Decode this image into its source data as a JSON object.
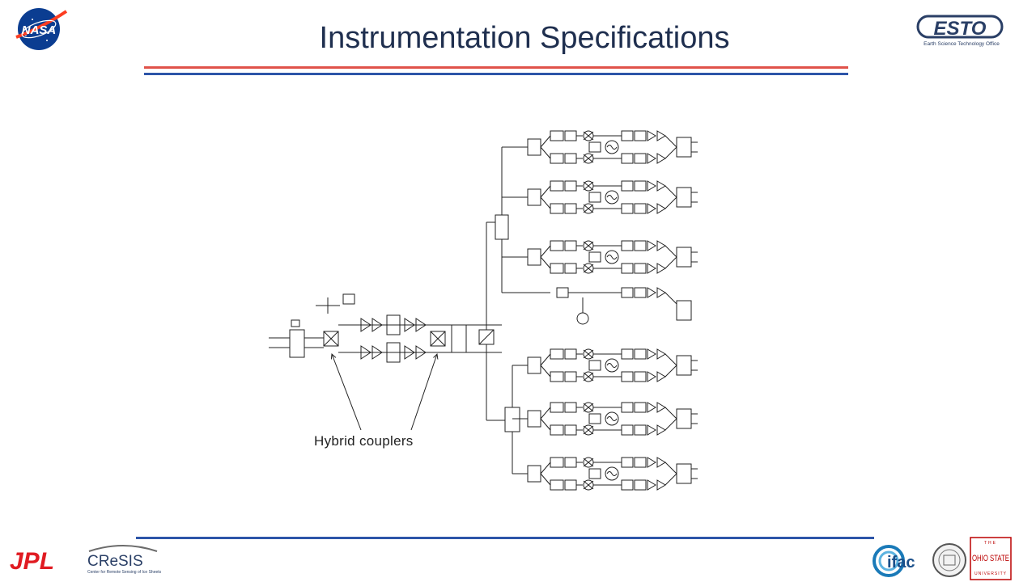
{
  "slide": {
    "title": "Instrumentation Specifications",
    "caption": "Hybrid couplers"
  },
  "logos": {
    "nasa": "NASA",
    "esto": "ESTO",
    "esto_sub": "Earth Science Technology Office",
    "jpl": "JPL",
    "cresis": "CReSIS",
    "cresis_sub": "Center for Remote Sensing of Ice Sheets",
    "ifac": "ifac",
    "osu": "OHIO STATE",
    "osu_top": "THE",
    "osu_bottom": "UNIVERSITY"
  },
  "colors": {
    "title": "#1f2f4f",
    "rule_red": "#e0524a",
    "rule_blue": "#2d55a8",
    "nasa_blue": "#0b3d91",
    "nasa_red": "#fc3d21",
    "osu_red": "#bb0000"
  }
}
